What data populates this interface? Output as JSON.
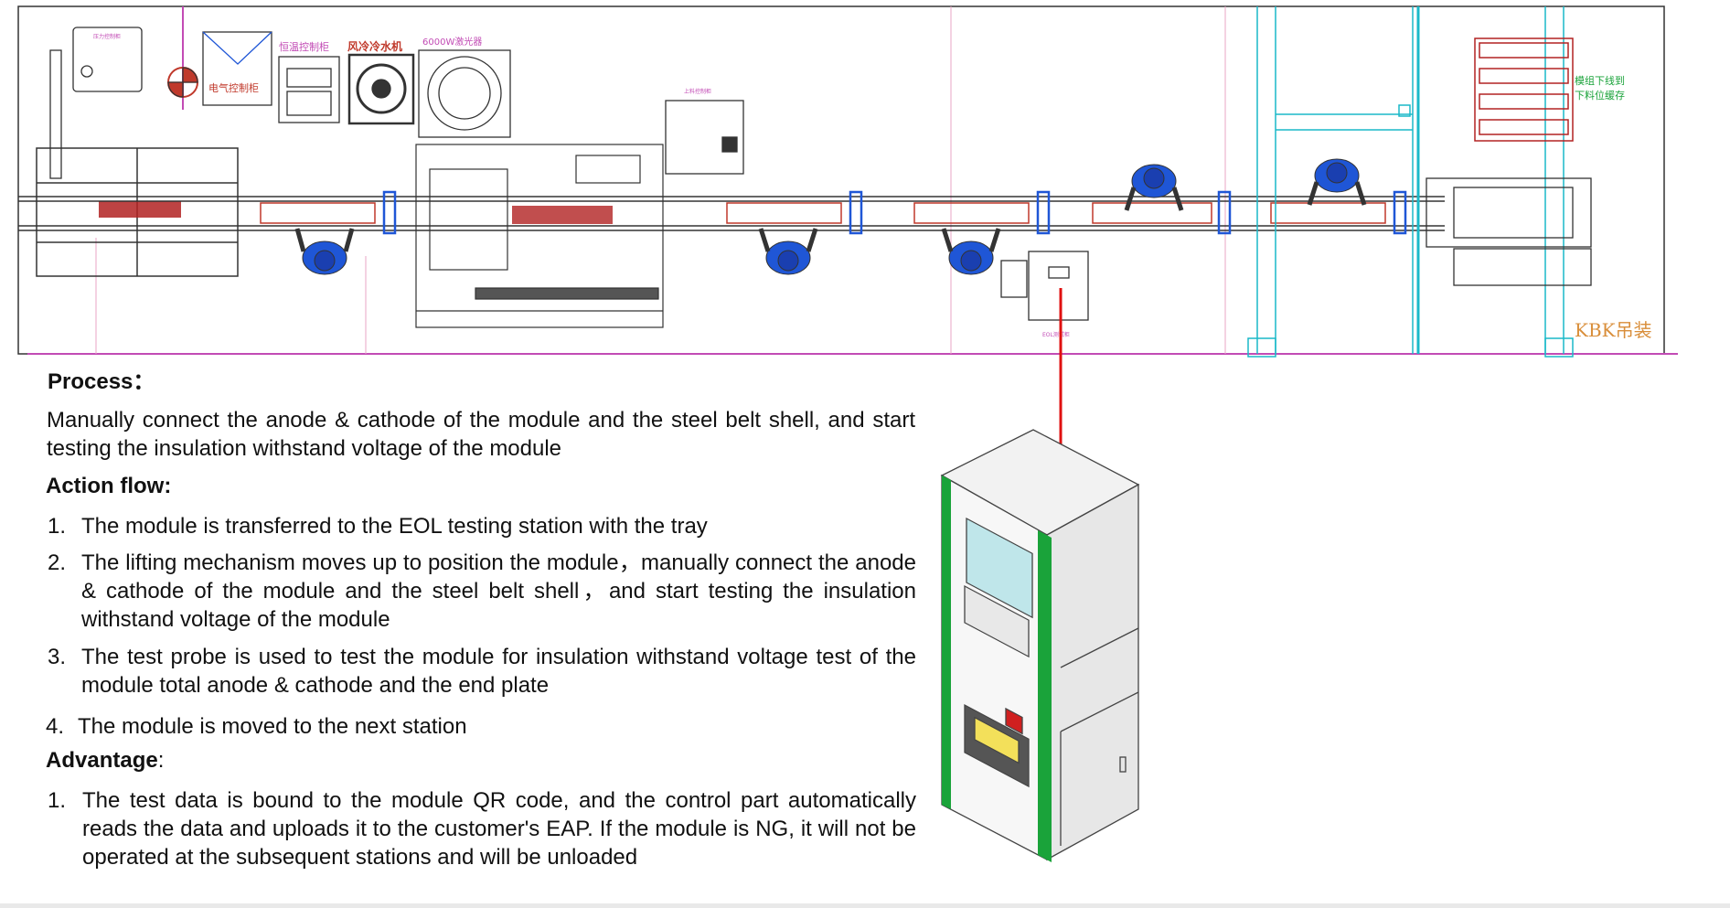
{
  "layout_labels": {
    "electric_cabinet": "电气控制柜",
    "cabinet_small_top": "压力控制柜",
    "constant_temp_cabinet": "恒温控制柜",
    "air_chiller": "风冷冷水机",
    "laser": "6000W激光器",
    "small_cabinet_label": "上料控制柜",
    "right_note": "模组下线到\n下料位缓存",
    "kbk": "KBK吊装",
    "test_cabinet_tag": "EOL测试柜"
  },
  "process": {
    "heading": "Process",
    "heading_colon": "：",
    "text": "Manually connect the anode & cathode of the module and the steel belt shell, and start testing the insulation withstand voltage of the module"
  },
  "action_flow": {
    "heading": "Action flow:",
    "items": [
      {
        "num": "1.",
        "text": "The module is transferred to the EOL testing station with the tray"
      },
      {
        "num": "2.",
        "text": "The lifting mechanism moves up to position the module，manually connect the anode & cathode of the module and the steel belt shell，and start testing the insulation withstand voltage of the module"
      },
      {
        "num": "3.",
        "text": "The test probe is used to test the module for insulation withstand voltage test of the module total anode & cathode and the end plate"
      },
      {
        "num": "4.",
        "text": "The module is moved to the next station"
      }
    ]
  },
  "advantage": {
    "heading": "Advantage",
    "heading_colon": ":",
    "items": [
      {
        "num": "1.",
        "text": "The test data is bound to the module QR code, and the control part automatically reads the data and uploads it to the customer's EAP. If the module is NG, it will not be operated at the subsequent stations and will be unloaded"
      }
    ]
  },
  "colors": {
    "drawing_line": "#333333",
    "conveyor_red": "#c0392b",
    "operator_blue": "#1f56d6",
    "frame_cyan": "#1ab9c9",
    "boundary_magenta": "#c24bb5",
    "cabinet_green": "#1aa33a",
    "arrow_red": "#e01010",
    "rack_red": "#b22222"
  }
}
